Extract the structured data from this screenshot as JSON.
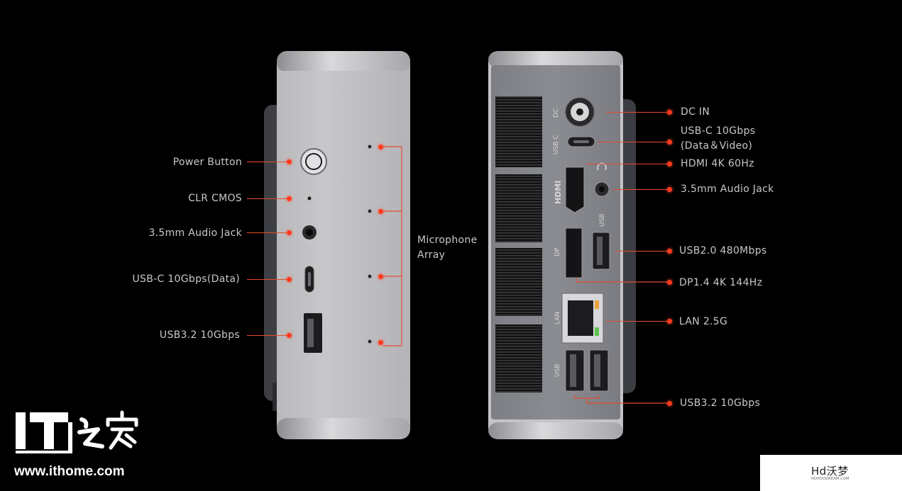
{
  "left_view": {
    "callouts": [
      {
        "id": "power",
        "label": "Power Button"
      },
      {
        "id": "clr",
        "label": "CLR CMOS"
      },
      {
        "id": "audio",
        "label": "3.5mm Audio Jack"
      },
      {
        "id": "usbc",
        "label": "USB-C 10Gbps(Data)"
      },
      {
        "id": "usb32",
        "label": "USB3.2 10Gbps"
      }
    ],
    "microphone_label_line1": "Microphone",
    "microphone_label_line2": "Array"
  },
  "right_view": {
    "callouts": [
      {
        "id": "dcin",
        "label": "DC IN"
      },
      {
        "id": "usbc",
        "label_line1": "USB-C 10Gbps",
        "label_line2": "(Data＆Video)"
      },
      {
        "id": "hdmi",
        "label": "HDMI 4K 60Hz"
      },
      {
        "id": "audio",
        "label": "3.5mm Audio Jack"
      },
      {
        "id": "usb20",
        "label": "USB2.0 480Mbps"
      },
      {
        "id": "dp",
        "label": "DP1.4 4K 144Hz"
      },
      {
        "id": "lan",
        "label": "LAN 2.5G"
      },
      {
        "id": "usb32",
        "label": "USB3.2 10Gbps"
      }
    ],
    "engraved": {
      "dc": "DC",
      "usbc": "USB C",
      "hdmi": "HDMI",
      "usb": "USB",
      "dp": "DP",
      "lan": "LAN",
      "usb_bottom": "USB"
    }
  },
  "logo": {
    "text": "IT之家",
    "url": "www.ithome.com"
  },
  "watermark": {
    "text": "Hd沃梦",
    "subtext": "HDHOODREAM.COM"
  },
  "colors": {
    "background": "#000000",
    "accent": "#ff3a1e",
    "device_silver": "#bfbfc2",
    "device_dark": "#6e7076"
  }
}
